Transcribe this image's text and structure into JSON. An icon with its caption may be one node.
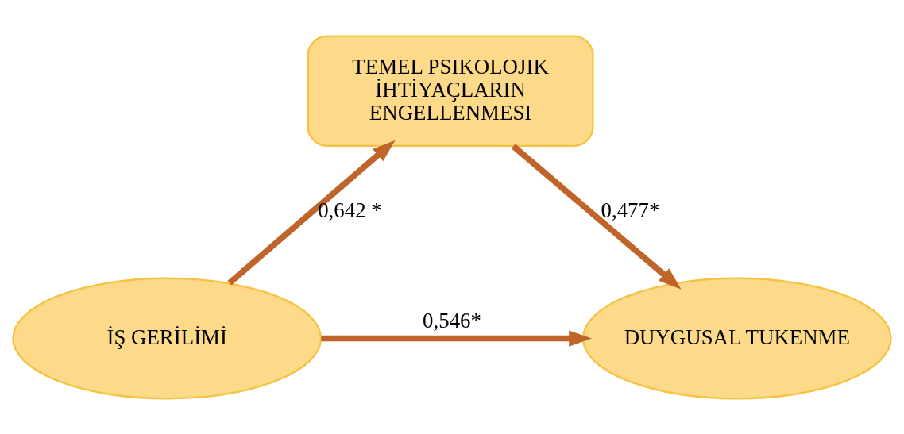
{
  "diagram": {
    "nodes": [
      {
        "text": [
          "TEMEL PSIKOLOJIK İHTİYAÇLARIN ENGELLENMESI"
        ]
      },
      {
        "text": [
          "İŞ GERİLİMİ"
        ]
      },
      {
        "text": [
          "DUYGUSAL TUKENME"
        ]
      }
    ],
    "edges": [
      {
        "from": 1,
        "to": 0,
        "label": "0,642 *",
        "arrow": "to"
      },
      {
        "from": 0,
        "to": 2,
        "label": "0,477*",
        "arrow": "to"
      },
      {
        "from": 1,
        "to": 2,
        "label": "0,546*",
        "arrow": "to"
      }
    ]
  }
}
